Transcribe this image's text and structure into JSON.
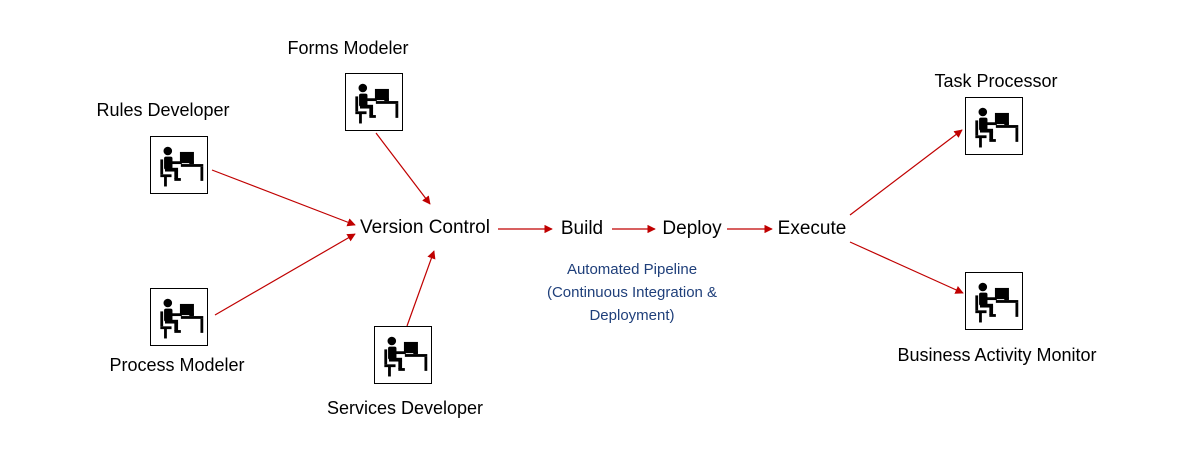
{
  "roles": {
    "rules_developer": "Rules Developer",
    "forms_modeler": "Forms Modeler",
    "process_modeler": "Process Modeler",
    "services_developer": "Services Developer",
    "task_processor": "Task Processor",
    "business_activity_monitor": "Business Activity Monitor"
  },
  "pipeline": {
    "version_control": "Version Control",
    "build": "Build",
    "deploy": "Deploy",
    "execute": "Execute"
  },
  "pipeline_caption": {
    "line1": "Automated Pipeline",
    "line2": "(Continuous Integration &",
    "line3": "Deployment)"
  },
  "colors": {
    "arrow": "#c00000",
    "caption": "#1f3f7a",
    "text": "#000000"
  },
  "icons": {
    "role": "person-at-computer-icon"
  }
}
